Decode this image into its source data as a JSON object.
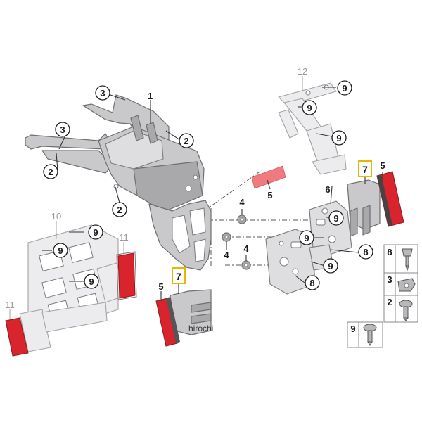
{
  "callouts": {
    "main_1": "1",
    "bolt_3_top": "3",
    "bolt_3_left": "3",
    "pad_2_right": "2",
    "pad_2_left": "2",
    "pad_2_bottom": "2",
    "plate_10": "10",
    "reflector_11_mid": "11",
    "reflector_11_left": "11",
    "bracket_12": "12",
    "screw_9_a": "9",
    "screw_9_b": "9",
    "screw_9_c": "9",
    "screw_9_d": "9",
    "screw_9_e": "9",
    "screw_9_f": "9",
    "screw_9_g": "9",
    "screw_9_h": "9",
    "screw_9_i": "9",
    "nut_4_top": "4",
    "nut_4_mid": "4",
    "nut_4_bottom": "4",
    "reflector_5_top": "5",
    "reflector_5_right": "5",
    "reflector_5_left": "5",
    "holder_6": "6",
    "holder_7_right": "7",
    "holder_7_left": "7",
    "bracket_8_right": "8",
    "bracket_8_bottom": "8"
  },
  "legend": [
    {
      "number": "8",
      "icon": "pin-icon"
    },
    {
      "number": "3",
      "icon": "clip-nut-icon"
    },
    {
      "number": "2",
      "icon": "hex-screw-icon"
    },
    {
      "number": "9",
      "icon": "torx-screw-icon"
    }
  ],
  "watermark": "hirochi",
  "colors": {
    "part": "#c9c9cb",
    "reflector": "#d9232d",
    "highlight": "#e8b800"
  }
}
